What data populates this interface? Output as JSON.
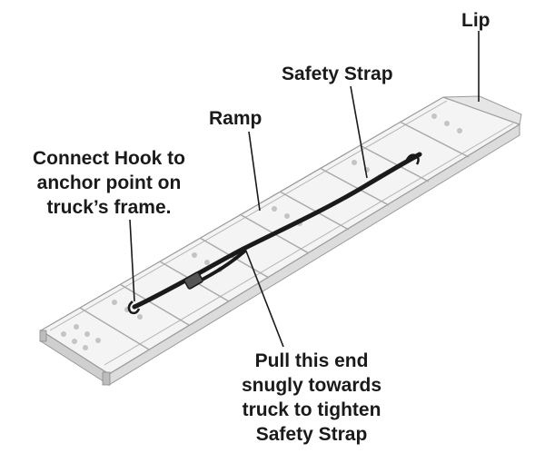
{
  "callouts": {
    "lip": "Lip",
    "safety_strap": "Safety Strap",
    "ramp": "Ramp",
    "hook": [
      "Connect Hook to",
      "anchor point on",
      "truck’s frame."
    ],
    "pull": [
      "Pull this end",
      "snugly towards",
      "truck to tighten",
      "Safety Strap"
    ]
  },
  "colors": {
    "ramp_fill": "#f4f4f4",
    "ramp_shadow": "#cfcfcf",
    "ramp_outline": "#9a9a9a",
    "strap": "#1a1a1a",
    "leader": "#1a1a1a",
    "text": "#1a1a1a"
  }
}
